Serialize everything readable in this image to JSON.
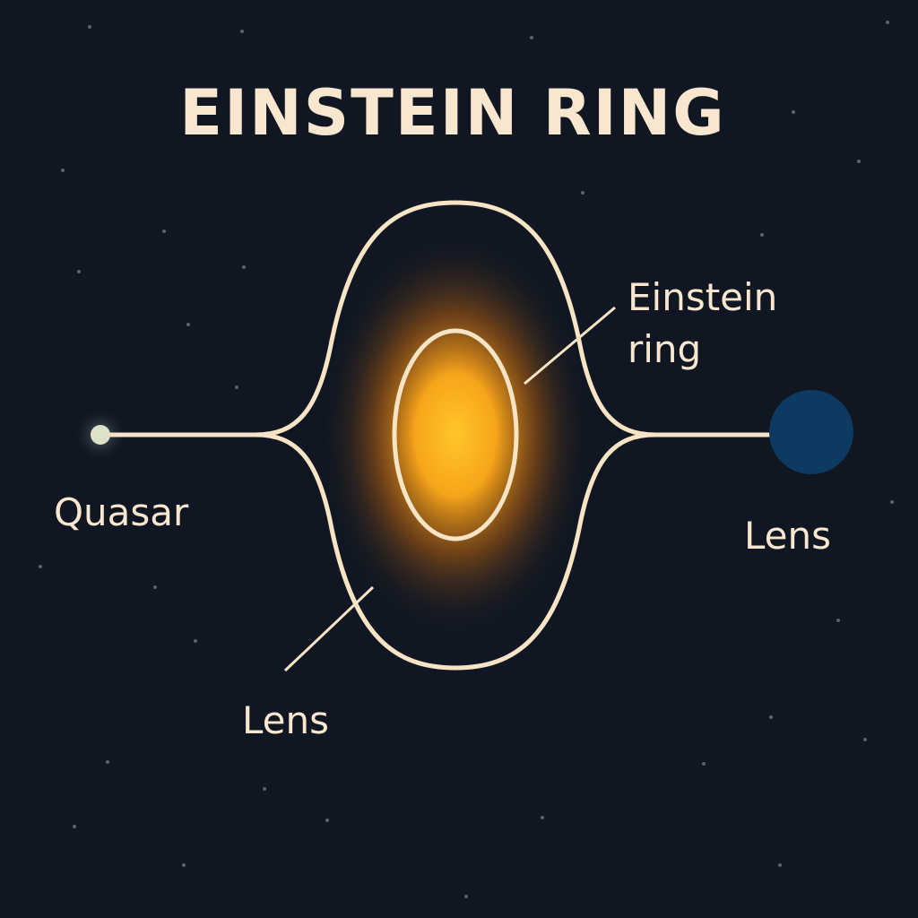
{
  "title": "EINSTEIN RING",
  "labels": {
    "einstein_ring_line1": "Einstein",
    "einstein_ring_line2": "ring",
    "quasar": "Quasar",
    "lens_right": "Lens",
    "lens_bottom": "Lens"
  },
  "colors": {
    "background": "#111722",
    "line": "#f8e4c4",
    "lens_body": "#0d3a60",
    "quasar_dot": "#dfe0c8",
    "glow_core": "#ffc62a",
    "glow_edge": "#e07a10"
  }
}
